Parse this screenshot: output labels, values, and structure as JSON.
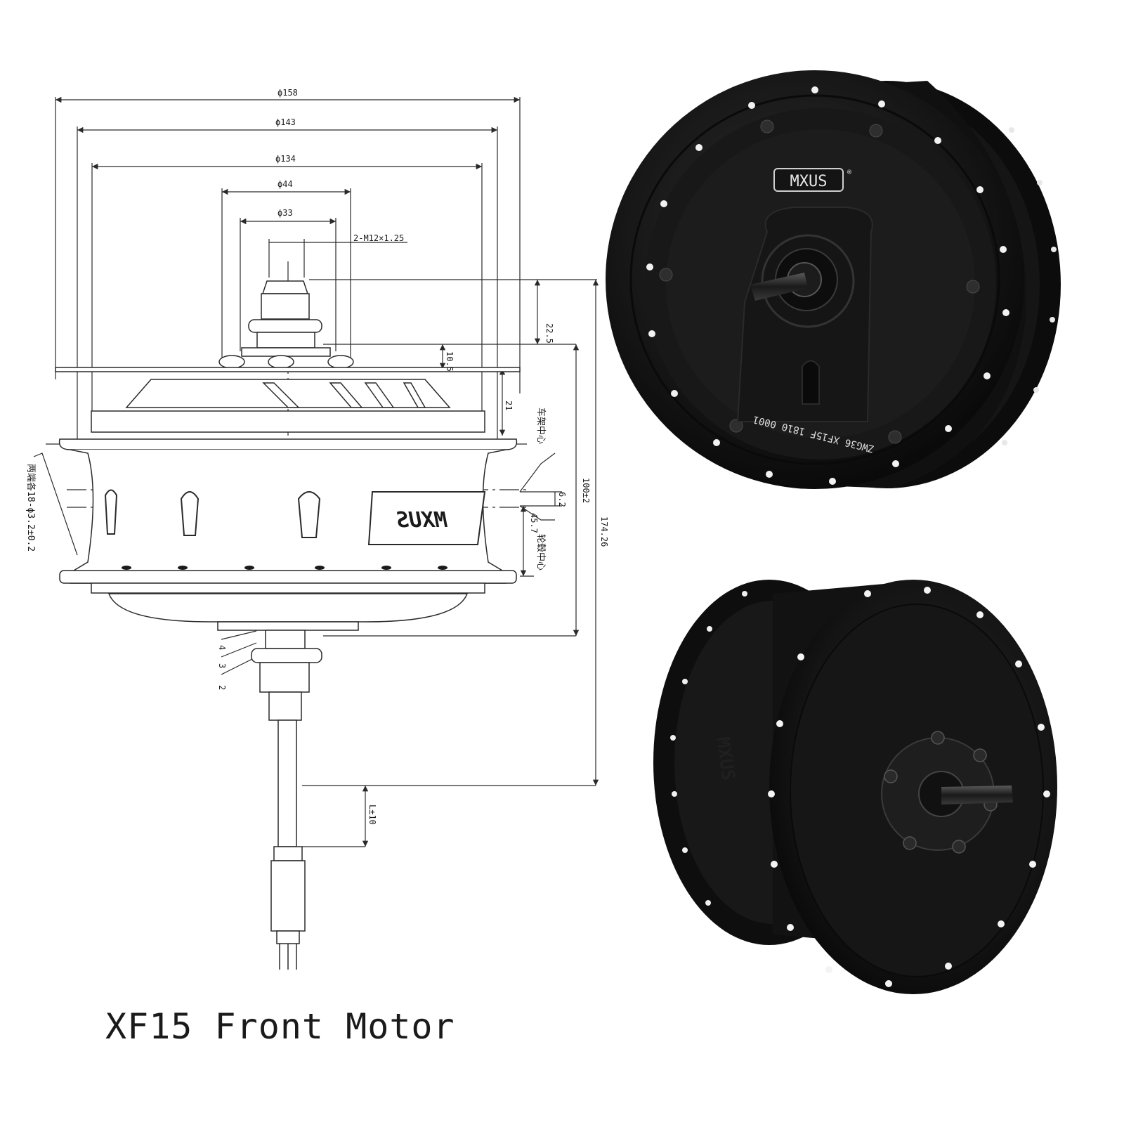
{
  "caption": "XF15 Front Motor",
  "dimensions": {
    "d158": "ϕ158",
    "d143": "ϕ143",
    "d134": "ϕ134",
    "d44": "ϕ44",
    "d33": "ϕ33",
    "thread": "2-M12×1.25",
    "h22_5": "22.5",
    "h10_5": "10.5",
    "h21": "21",
    "h100": "100±2",
    "h6_2": "6.2",
    "h45_7": "45.7",
    "h174_26": "174.26",
    "cable_len": "L±10",
    "side_holes": "两端各18-ϕ3.2±0.2",
    "frame_center": "车架中心",
    "rim_center": "轮毂中心",
    "n4": "4",
    "n3": "3",
    "n2": "2"
  },
  "photo_top": {
    "brand": "MXUS",
    "registered": "®",
    "serial": "ZWG36 XF15F 1810 0001"
  },
  "photo_bottom": {
    "side_mark": "MXUS"
  },
  "drawing_brand": "MXUS",
  "colors": {
    "line": "#2a2a2a",
    "metal": "#141414",
    "metal_hi": "#2c2c2c"
  }
}
